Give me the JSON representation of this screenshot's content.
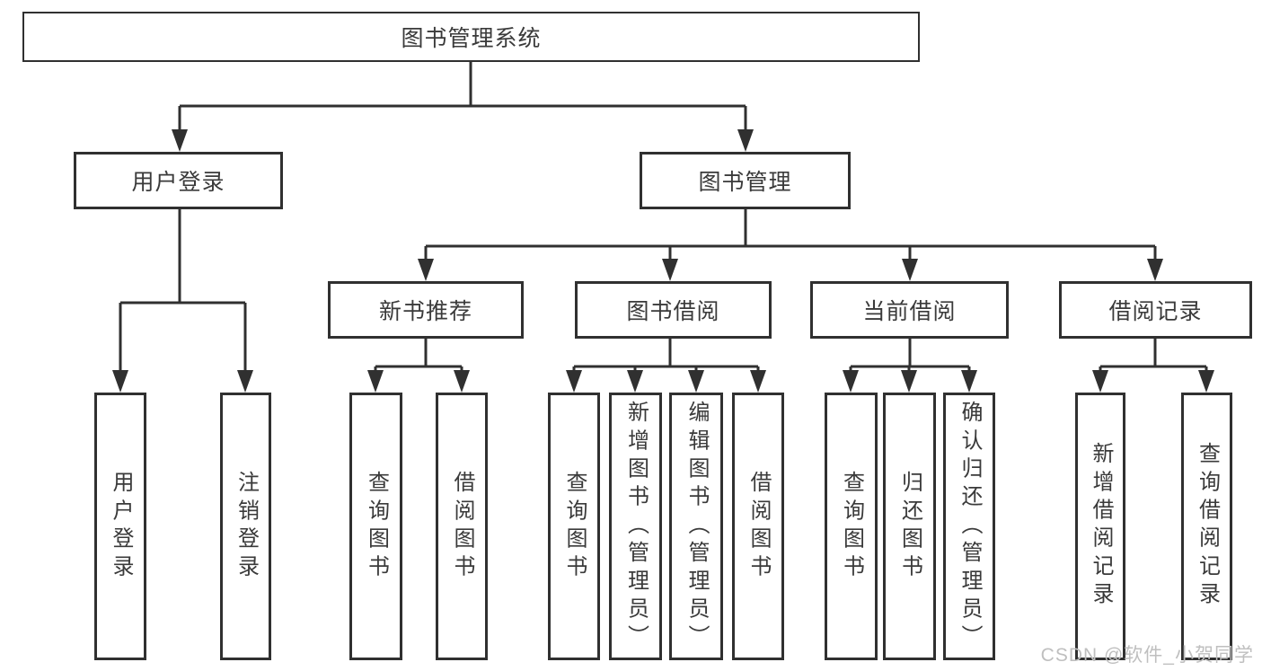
{
  "colors": {
    "line": "#303030",
    "text": "#3a3a3a",
    "box_background": "#ffffff",
    "page_background": "#ffffff",
    "watermark": "#bfbfbf"
  },
  "diagram": {
    "root": {
      "label": "图书管理系统"
    },
    "level2": [
      {
        "label": "用户登录"
      },
      {
        "label": "图书管理"
      }
    ],
    "level3": [
      {
        "label": "新书推荐"
      },
      {
        "label": "图书借阅"
      },
      {
        "label": "当前借阅"
      },
      {
        "label": "借阅记录"
      }
    ],
    "leaves": [
      {
        "group": "用户登录",
        "label": "用户登录"
      },
      {
        "group": "用户登录",
        "label": "注销登录"
      },
      {
        "group": "新书推荐",
        "label": "查询图书"
      },
      {
        "group": "新书推荐",
        "label": "借阅图书"
      },
      {
        "group": "图书借阅",
        "label": "查询图书"
      },
      {
        "group": "图书借阅",
        "label": "新增图书（管理员）"
      },
      {
        "group": "图书借阅",
        "label": "编辑图书（管理员）"
      },
      {
        "group": "图书借阅",
        "label": "借阅图书"
      },
      {
        "group": "当前借阅",
        "label": "查询图书"
      },
      {
        "group": "当前借阅",
        "label": "归还图书"
      },
      {
        "group": "当前借阅",
        "label": "确认归还（管理员）"
      },
      {
        "group": "借阅记录",
        "label": "新增借阅记录"
      },
      {
        "group": "借阅记录",
        "label": "查询借阅记录"
      }
    ]
  },
  "watermark": {
    "text": "CSDN @软件_小贺同学"
  }
}
